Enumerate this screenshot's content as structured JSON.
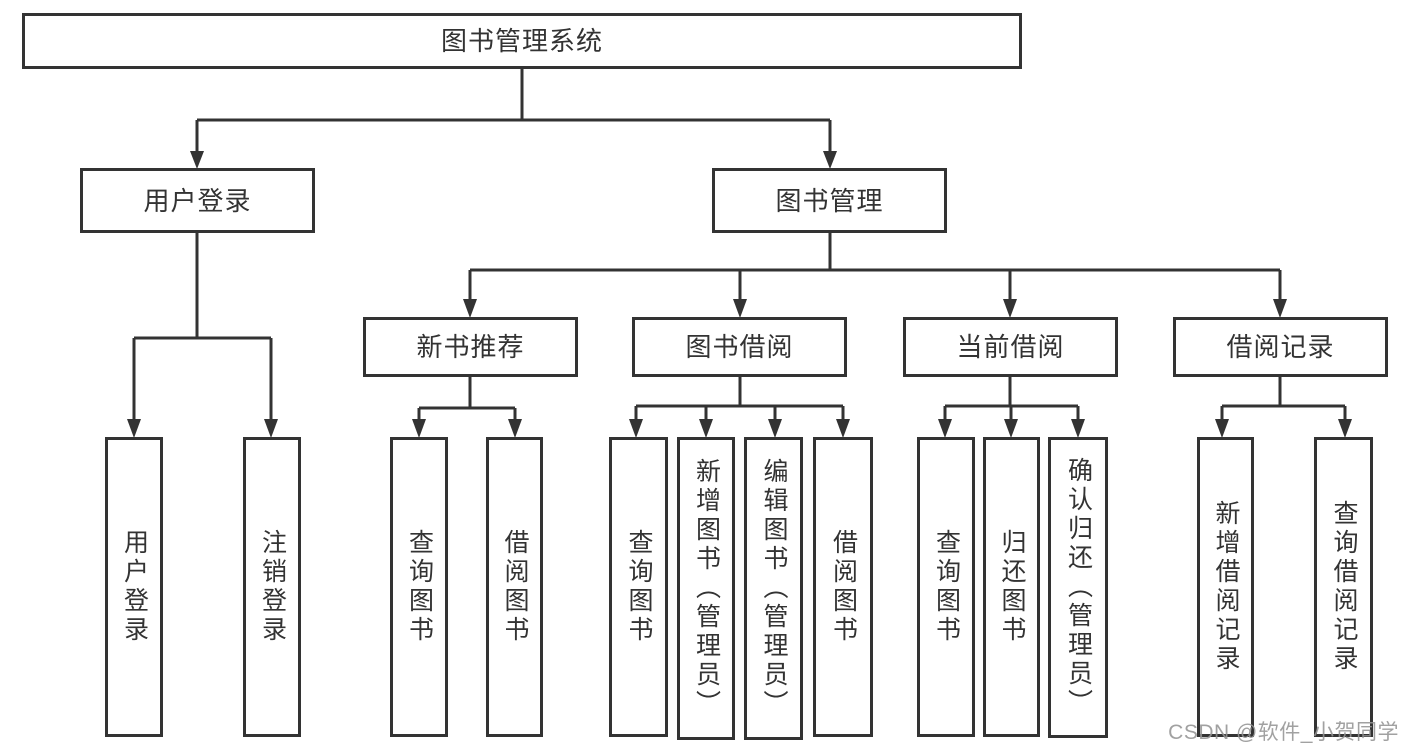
{
  "diagram": {
    "root": {
      "label": "图书管理系统"
    },
    "branches": [
      {
        "label": "用户登录",
        "children": [
          {
            "label": "用户登录"
          },
          {
            "label": "注销登录"
          }
        ]
      },
      {
        "label": "图书管理",
        "children": [
          {
            "label": "新书推荐",
            "children": [
              {
                "label": "查询图书"
              },
              {
                "label": "借阅图书"
              }
            ]
          },
          {
            "label": "图书借阅",
            "children": [
              {
                "label": "查询图书"
              },
              {
                "label": "新增图书（管理员）"
              },
              {
                "label": "编辑图书（管理员）"
              },
              {
                "label": "借阅图书"
              }
            ]
          },
          {
            "label": "当前借阅",
            "children": [
              {
                "label": "查询图书"
              },
              {
                "label": "归还图书"
              },
              {
                "label": "确认归还（管理员）"
              }
            ]
          },
          {
            "label": "借阅记录",
            "children": [
              {
                "label": "新增借阅记录"
              },
              {
                "label": "查询借阅记录"
              }
            ]
          }
        ]
      }
    ]
  },
  "watermark": {
    "text": "CSDN @软件_小贺同学"
  },
  "colors": {
    "line": "#333333",
    "text": "#333333",
    "background": "#ffffff",
    "watermark": "#949494"
  }
}
